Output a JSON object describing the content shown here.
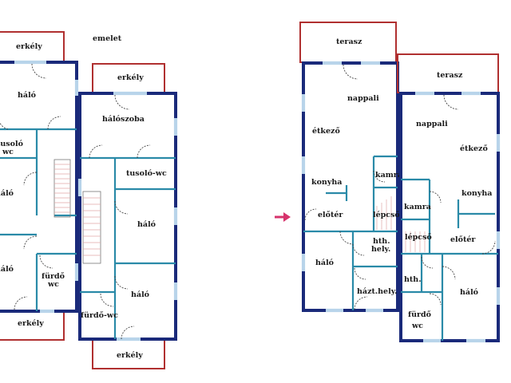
{
  "left_plan": {
    "floor_label": "emelet",
    "house_a": {
      "balcony_top": "erkély",
      "balcony_bottom": "erkély",
      "rooms": [
        "háló",
        "tusoló",
        "wc",
        "háló",
        "háló",
        "fürdő",
        "wc"
      ]
    },
    "house_b": {
      "balcony_top": "erkély",
      "balcony_bottom": "erkély",
      "rooms": [
        "hálószoba",
        "tusoló-wc",
        "háló",
        "háló",
        "fürdő-wc"
      ]
    }
  },
  "arrow": {
    "color": "#d6336c"
  },
  "right_plan": {
    "house_a": {
      "terrace": "terasz",
      "rooms": [
        "nappali",
        "étkező",
        "konyha",
        "kamra",
        "előtér",
        "lépcső",
        "hth.",
        "hely.",
        "háló",
        "házt.hely."
      ]
    },
    "house_b": {
      "terrace": "terasz",
      "rooms": [
        "nappali",
        "étkező",
        "konyha",
        "kamra",
        "lépcső",
        "előtér",
        "hth.",
        "háló",
        "fürdő",
        "wc"
      ]
    }
  },
  "colors": {
    "exterior_wall": "#1a2a7a",
    "interior_wall": "#2a8aa8",
    "window": "#b8d4ea",
    "balcony_outline": "#b03030"
  }
}
